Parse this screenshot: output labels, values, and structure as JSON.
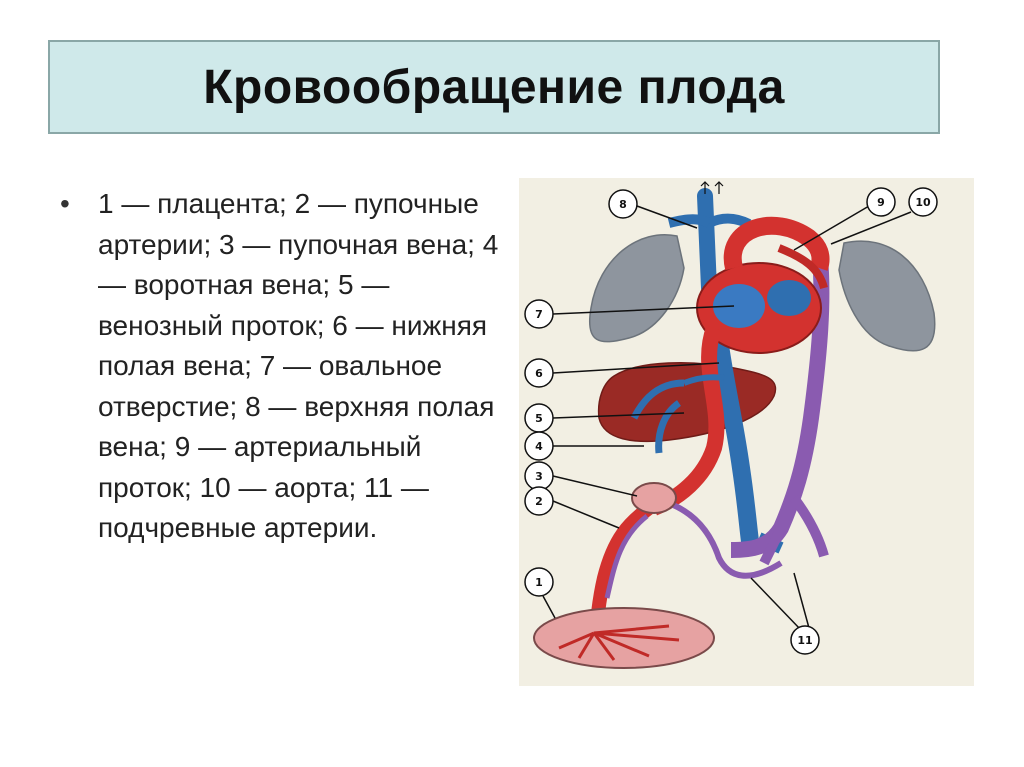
{
  "title": "Кровообращение плода",
  "legend": "1 — плацента; 2 — пупочные артерии; 3 — пупочная вена; 4 — воротная вена; 5 — венозный проток; 6 — нижняя полая вена; 7 — овальное отверстие; 8 — верхняя полая вена; 9 — артериальный проток; 10 — аорта; 11 — подчревные артерии.",
  "bullet": "•",
  "diagram": {
    "numbers": [
      "1",
      "2",
      "3",
      "4",
      "5",
      "6",
      "7",
      "8",
      "9",
      "10",
      "11"
    ],
    "colors": {
      "vein_blue": "#2f6fb0",
      "artery_red": "#d3322f",
      "purple": "#8a5bb0",
      "lung_gray": "#8e959e",
      "liver": "#9a2a25",
      "placenta": "#e6a2a2"
    }
  }
}
